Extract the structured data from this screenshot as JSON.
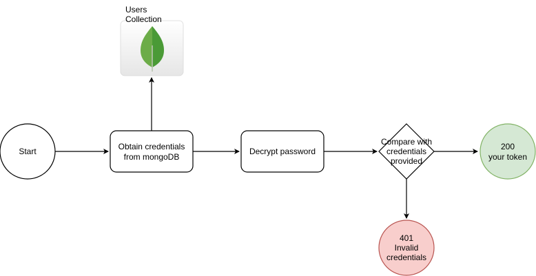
{
  "diagram": {
    "nodes": {
      "start": {
        "label": "Start"
      },
      "obtain": {
        "line1": "Obtain credentials",
        "line2": "from mongoDB"
      },
      "decrypt": {
        "label": "Decrypt password"
      },
      "compare": {
        "line1": "Compare with",
        "line2": "credentials",
        "line3": "provided"
      },
      "success": {
        "line1": "200",
        "line2": "your token",
        "fill": "#d5e8d4",
        "stroke": "#82b366"
      },
      "failure": {
        "line1": "401",
        "line2": "Invalid",
        "line3": "credentials",
        "fill": "#f8cecc",
        "stroke": "#b85450"
      },
      "users_collection": {
        "line1": "Users",
        "line2": "Collection",
        "icon": "mongodb-leaf-icon"
      }
    },
    "colors": {
      "leaf_light": "#6cac48",
      "leaf_dark": "#4a9a36",
      "icon_tile": "#efefef"
    }
  }
}
